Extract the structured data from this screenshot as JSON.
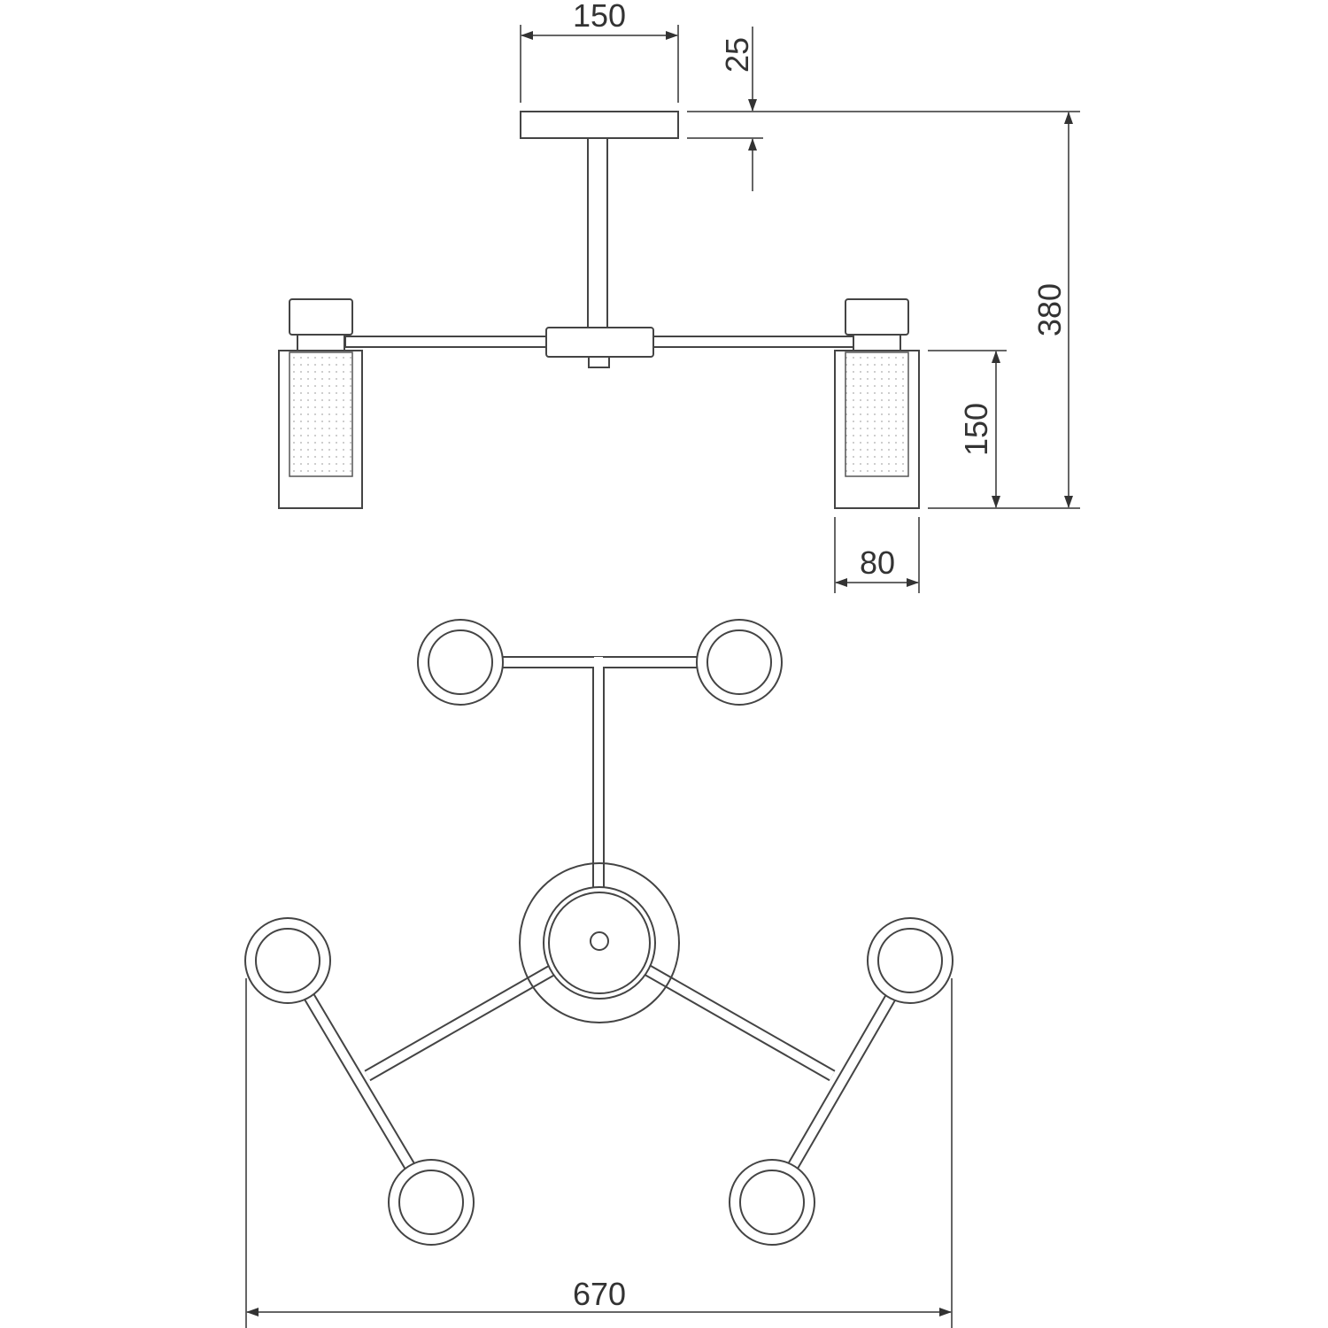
{
  "dimensions": {
    "canopy_width": "150",
    "canopy_height": "25",
    "total_height": "380",
    "shade_height": "150",
    "shade_width": "80",
    "total_width": "670"
  },
  "colors": {
    "line": "#444444",
    "background": "#ffffff"
  }
}
